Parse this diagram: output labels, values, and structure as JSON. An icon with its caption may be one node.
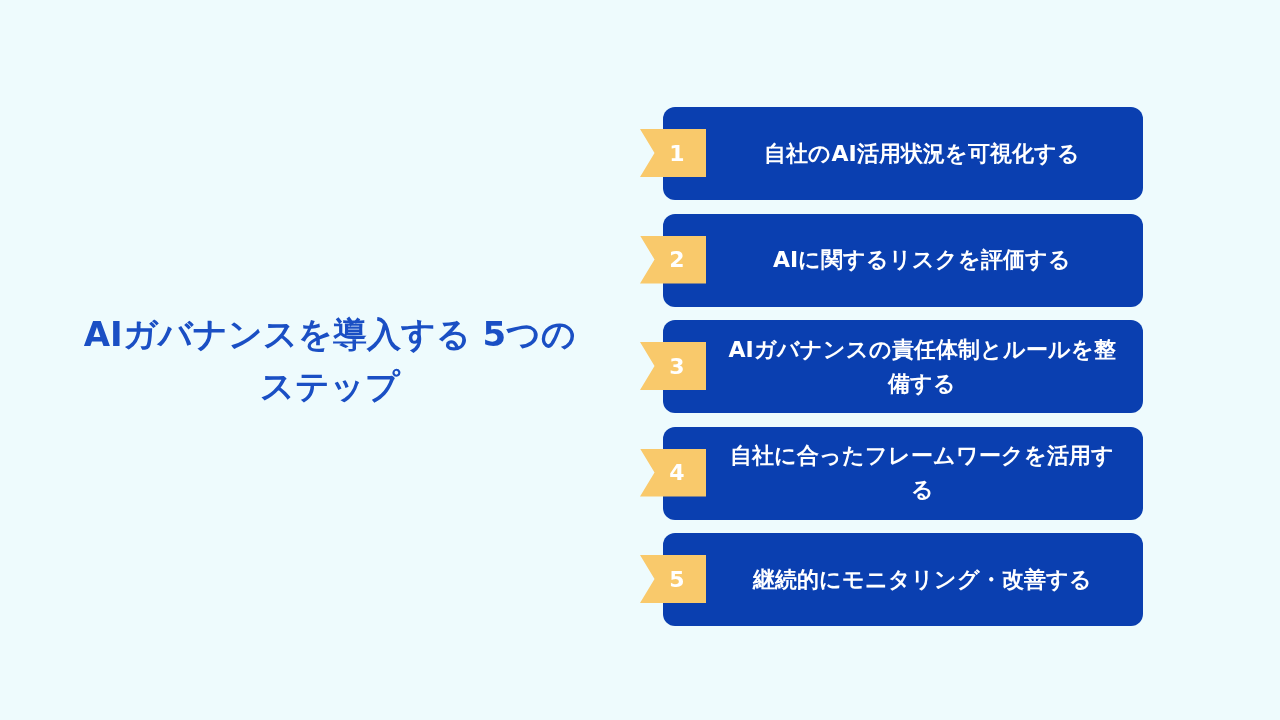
{
  "diagram": {
    "title": "AIガバナンスを導入する 5つのステップ",
    "nodes": [
      {
        "text": [
          "自社のAI活用状況を可視化する"
        ]
      },
      {
        "text": [
          "1"
        ]
      },
      {
        "text": [
          "AIに関するリスクを評価する"
        ]
      },
      {
        "text": [
          "2"
        ]
      },
      {
        "text": [
          "AIガバナンスの責任体制とルールを整備する"
        ]
      },
      {
        "text": [
          "3"
        ]
      },
      {
        "text": [
          "自社に合ったフレームワークを活用する"
        ]
      },
      {
        "text": [
          "4"
        ]
      },
      {
        "text": [
          "継続的にモニタリング・改善する"
        ]
      },
      {
        "text": [
          "5"
        ]
      }
    ]
  }
}
